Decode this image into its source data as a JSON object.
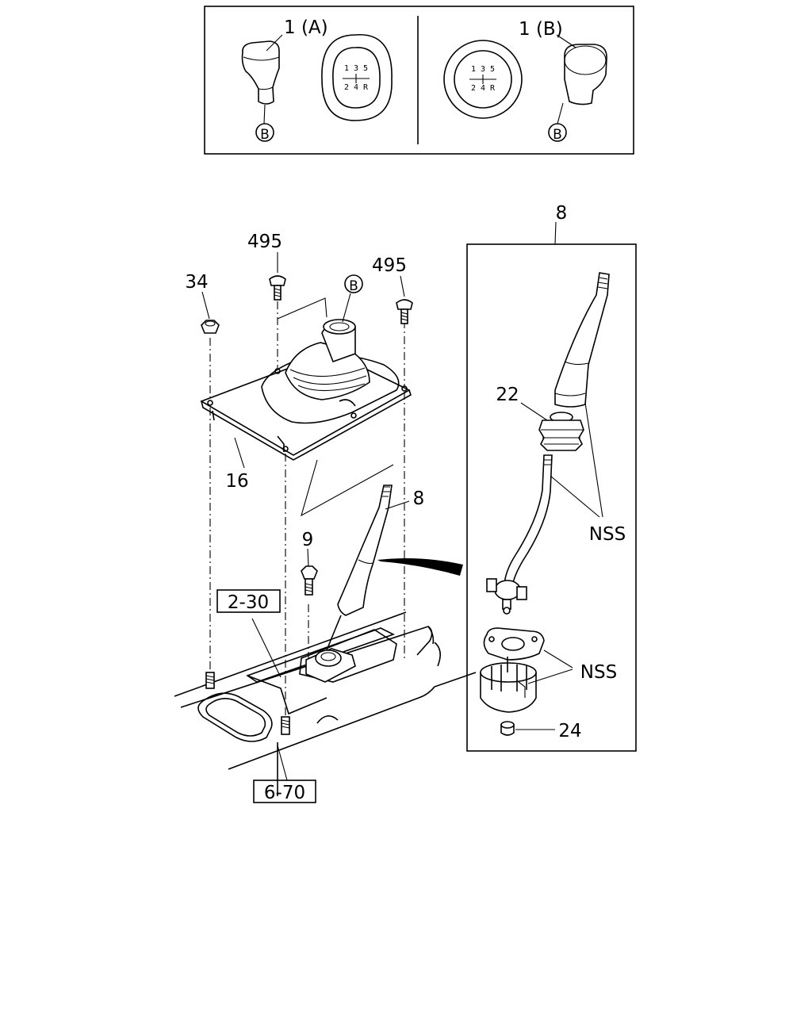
{
  "labels": {
    "knob_a": "1 (A)",
    "knob_b": "1 (B)",
    "circle_b": "B",
    "shift_pattern": {
      "top": "1 3 5",
      "bottom": "2 4 R"
    },
    "bolt_left": "495",
    "bolt_right": "495",
    "nut": "34",
    "plate": "16",
    "lever": "8",
    "detail_lever": "8",
    "bolt_small": "9",
    "boot": "22",
    "nss_upper": "NSS",
    "nss_lower": "NSS",
    "bushing": "24",
    "ref_2_30": "2-30",
    "ref_6_70": "6-70"
  }
}
